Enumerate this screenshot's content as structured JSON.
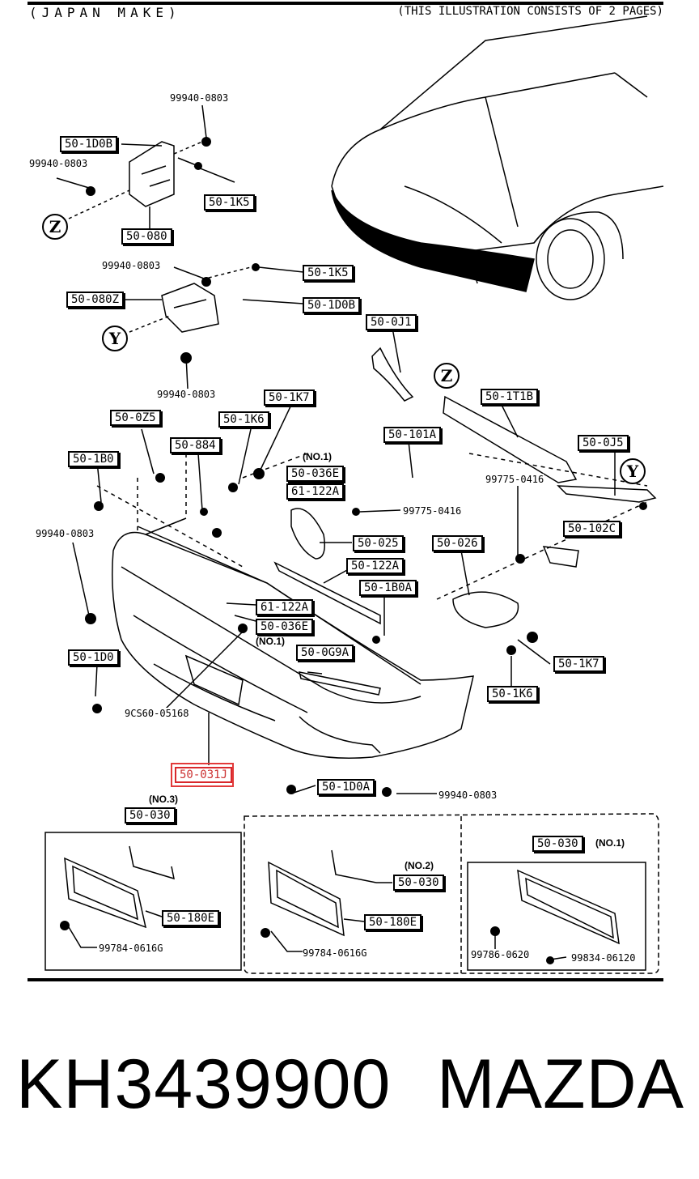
{
  "header": {
    "left": "(JAPAN MAKE)",
    "right": "(THIS ILLUSTRATION CONSISTS OF  2 PAGES)"
  },
  "callouts": {
    "c_501d0b_a": "50-1D0B",
    "c_501k5_a": "50-1K5",
    "c_50080": "50-080",
    "c_501k5_b": "50-1K5",
    "c_50080z": "50-080Z",
    "c_501d0b_b": "50-1D0B",
    "c_500j1": "50-0J1",
    "c_501t1b": "50-1T1B",
    "c_501k7_a": "50-1K7",
    "c_500z5": "50-0Z5",
    "c_501k6_a": "50-1K6",
    "c_50101a": "50-101A",
    "c_50884": "50-884",
    "c_500j5": "50-0J5",
    "c_501b0": "50-1B0",
    "c_50036e_a": "50-036E",
    "c_61122a_a": "61-122A",
    "c_50025": "50-025",
    "c_50026": "50-026",
    "c_50102c": "50-102C",
    "c_50122a": "50-122A",
    "c_501b0a": "50-1B0A",
    "c_61122a_b": "61-122A",
    "c_50036e_b": "50-036E",
    "c_500g9a": "50-0G9A",
    "c_501d0": "50-1D0",
    "c_501k7_b": "50-1K7",
    "c_501k6_b": "50-1K6",
    "c_50031j": "50-031J",
    "c_501d0a": "50-1D0A",
    "c_50030_a": "50-030",
    "c_50030_b": "50-030",
    "c_50030_c": "50-030",
    "c_50180e_a": "50-180E",
    "c_50180e_b": "50-180E"
  },
  "labels": {
    "l_99940_a": "99940-0803",
    "l_99940_b": "99940-0803",
    "l_99940_c": "99940-0803",
    "l_99940_d": "99940-0803",
    "l_99940_e": "99940-0803",
    "l_99940_f": "99940-0803",
    "l_99775_a": "99775-0416",
    "l_99775_b": "99775-0416",
    "l_9cs60": "9CS60-05168",
    "l_99784_a": "99784-0616G",
    "l_99784_b": "99784-0616G",
    "l_99786": "99786-0620",
    "l_99834": "99834-06120"
  },
  "notes": {
    "n_no1_a": "(NO.1)",
    "n_no1_b": "(NO.1)",
    "n_no3": "(NO.3)",
    "n_no2": "(NO.2)",
    "n_no1_c": "(NO.1)"
  },
  "circles": {
    "z": "Z",
    "y": "Y"
  },
  "caption": {
    "part_number": "KH3439900",
    "brand": "MAZDA"
  },
  "colors": {
    "ink": "#000000",
    "highlight": "#e23a3a",
    "page": "#ffffff"
  }
}
